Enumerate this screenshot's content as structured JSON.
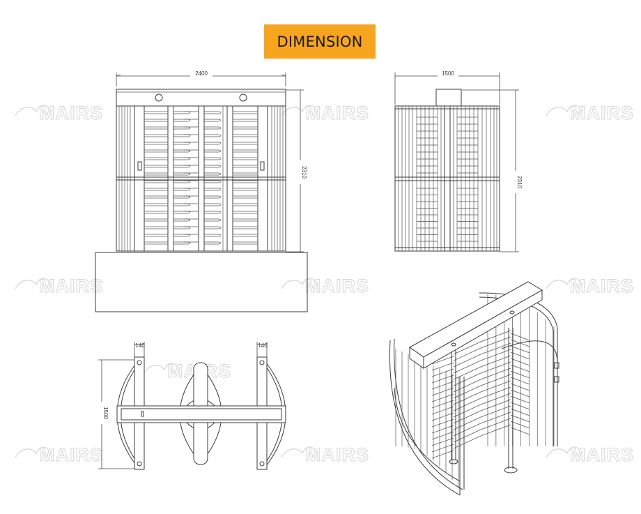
{
  "header": {
    "title": "DIMENSION"
  },
  "watermark": {
    "brand": "MAIRS"
  },
  "front_view": {
    "width_dim": "2400",
    "height_dim": "2310"
  },
  "side_view": {
    "width_dim": "1500",
    "height_dim": "2310"
  },
  "top_view": {
    "post_left_dim": "140",
    "post_right_dim": "140",
    "depth_dim": "1500"
  }
}
